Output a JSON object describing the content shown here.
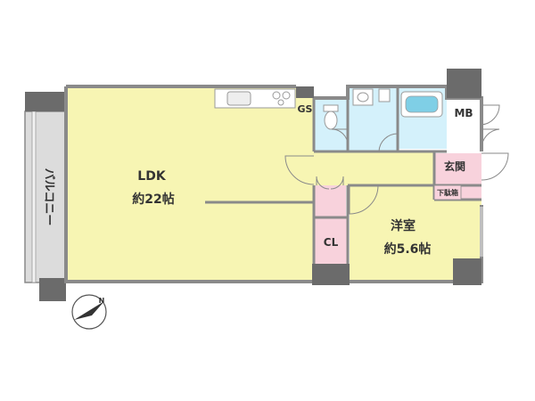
{
  "colors": {
    "living_floor": "#f7f5b3",
    "wet_floor": "#d4f1fb",
    "entrance_floor": "#f8d2dc",
    "wall": "#8a8a8a",
    "column": "#6b6b6b",
    "balcony": "#dcdcdc",
    "label": "#333333"
  },
  "rooms": {
    "ldk": {
      "name": "LDK",
      "area": "約22帖"
    },
    "western": {
      "name": "洋室",
      "area": "約5.6帖"
    },
    "entrance": {
      "name": "玄関"
    },
    "shoe_box": {
      "name": "下駄箱"
    },
    "closet": {
      "name": "CL"
    },
    "gas_space": {
      "name": "GS"
    },
    "meter_box": {
      "name": "MB"
    },
    "balcony": {
      "name": "バルコニー"
    }
  },
  "compass": {
    "north_label": "N"
  }
}
